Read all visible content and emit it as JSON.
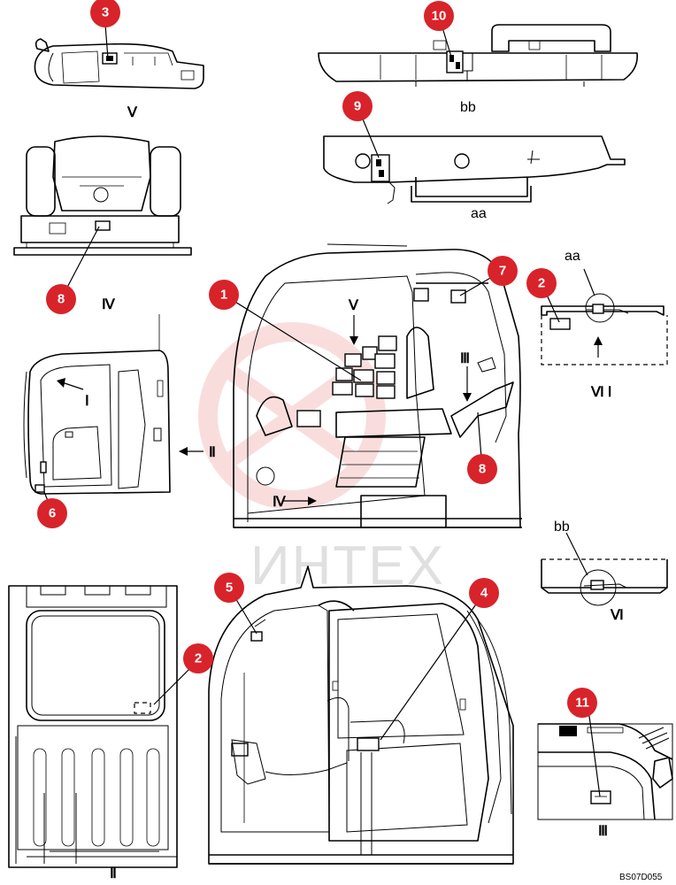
{
  "watermark": {
    "text": "ИНТЕХ"
  },
  "callouts": [
    {
      "id": "callout-1",
      "label": "1"
    },
    {
      "id": "callout-2-top",
      "label": "2"
    },
    {
      "id": "callout-2-bottom",
      "label": "2"
    },
    {
      "id": "callout-3",
      "label": "3"
    },
    {
      "id": "callout-4",
      "label": "4"
    },
    {
      "id": "callout-5",
      "label": "5"
    },
    {
      "id": "callout-6",
      "label": "6"
    },
    {
      "id": "callout-7",
      "label": "7"
    },
    {
      "id": "callout-8-left",
      "label": "8"
    },
    {
      "id": "callout-8-right",
      "label": "8"
    },
    {
      "id": "callout-9",
      "label": "9"
    },
    {
      "id": "callout-10",
      "label": "10"
    },
    {
      "id": "callout-11",
      "label": "11"
    }
  ],
  "view_labels": {
    "v_under_console": "Ⅴ",
    "bb_top": "bb",
    "aa_mid": "aa",
    "iv_seat": "Ⅳ",
    "aa_detail": "aa",
    "vi_i": "Ⅵ Ⅰ",
    "v_arrow": "Ⅴ",
    "iii_arrow": "Ⅲ",
    "iv_arrow": "Ⅳ",
    "i_arrow": "Ⅰ",
    "ii_arrow": "Ⅱ",
    "bb_detail": "bb",
    "vi_bottom": "Ⅵ",
    "ii_bottom": "Ⅱ",
    "iii_bottom": "Ⅲ"
  },
  "drawing_code": "BS07D055",
  "colors": {
    "callout": "#d8232a",
    "line": "#000000",
    "watermark": "#f0b0b0"
  }
}
